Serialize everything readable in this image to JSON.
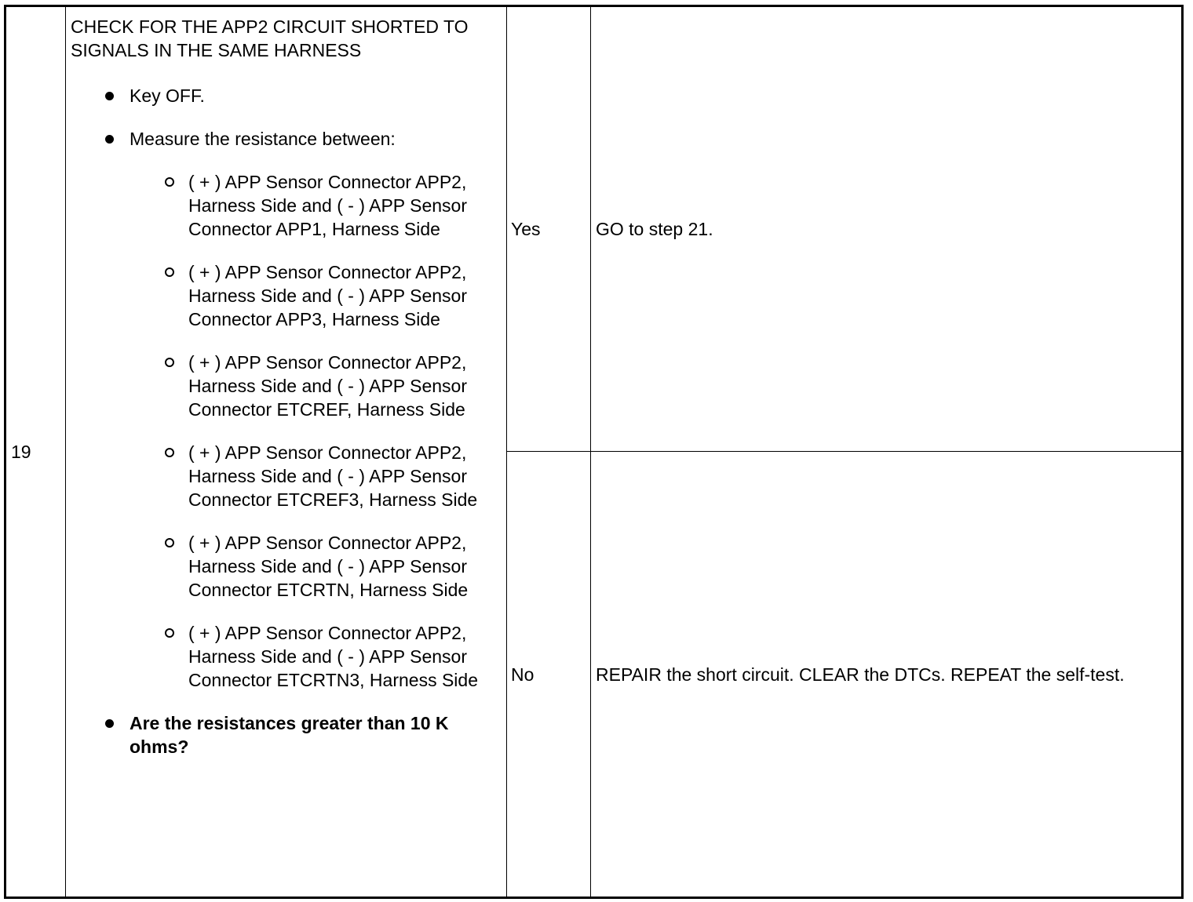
{
  "step": {
    "number": "19",
    "heading": "CHECK FOR THE APP2 CIRCUIT SHORTED TO SIGNALS IN THE SAME HARNESS",
    "bullets": [
      "Key OFF.",
      "Measure the resistance between:"
    ],
    "measurements": [
      "( + ) APP Sensor Connector APP2, Harness Side and ( - ) APP Sensor Connector APP1, Harness Side",
      "( + ) APP Sensor Connector APP2, Harness Side and ( - ) APP Sensor Connector APP3, Harness Side",
      "( + ) APP Sensor Connector APP2, Harness Side and ( - ) APP Sensor Connector ETCREF, Harness Side",
      "( + ) APP Sensor Connector APP2, Harness Side and ( - ) APP Sensor Connector ETCREF3, Harness Side",
      "( + ) APP Sensor Connector APP2, Harness Side and ( - ) APP Sensor Connector ETCRTN, Harness Side",
      "( + ) APP Sensor Connector APP2, Harness Side and ( - ) APP Sensor Connector ETCRTN3, Harness Side"
    ],
    "question": "Are the resistances greater than 10 K ohms?"
  },
  "results": [
    {
      "answer": "Yes",
      "action": "GO to step 21."
    },
    {
      "answer": "No",
      "action": "REPAIR the short circuit. CLEAR the DTCs. REPEAT the self-test."
    }
  ]
}
